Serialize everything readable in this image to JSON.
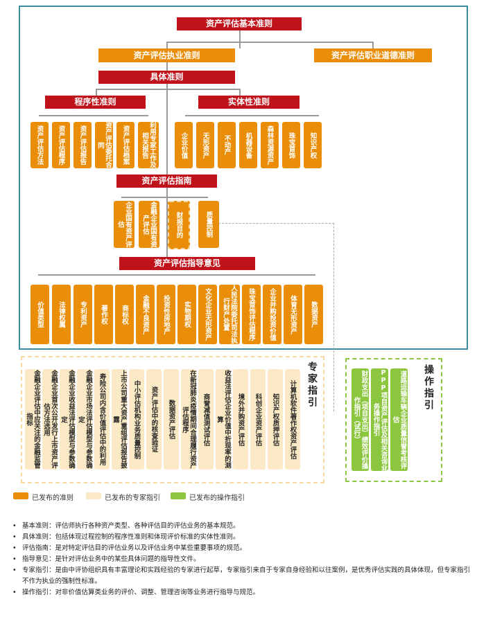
{
  "top": {
    "basic": "资产评估基本准则",
    "practice": "资产评估执业准则",
    "ethics": "资产评估职业道德准则",
    "specific": "具体准则",
    "procedural": "程序性准则",
    "entity": "实体性准则"
  },
  "procedural_items": [
    "资产评估方法",
    "资产评估程序",
    "资产评估报告",
    "资产评估委托合同",
    "资产评估档案",
    "利用专家工作及相关报告"
  ],
  "entity_items": [
    "企业价值",
    "无形资产",
    "不动产",
    "机器设备",
    "森林资源资产",
    "珠宝首饰",
    "知识产权"
  ],
  "guide": {
    "title": "资产评估指南",
    "items": [
      "企业国有资产评估",
      "金融企业国有资产评估",
      "财报目的",
      "质量控制"
    ]
  },
  "opinion": {
    "title": "资产评估指导意见",
    "items": [
      "价值类型",
      "法律权属",
      "专利资产",
      "著作权",
      "商标权",
      "金融不良资产",
      "投资性房地产",
      "实物期权",
      "文化企业无形资产",
      "人民法院委托司法执行财产处置",
      "珠宝首饰评估程序",
      "企业并购投资价值",
      "体育无形资产",
      "数据资产"
    ]
  },
  "expert": {
    "title": "专家指引",
    "items": [
      "金融企业评估中应关注的金融监管指标",
      "金融企业首次公开发行上市资产评估方法选用",
      "金融企业收益法评估模型与参数确定",
      "金融企业市场法评估模型与参数确定",
      "寿险公司内含价值评估中的利用",
      "上市公司重大资产重组评估报告披露",
      "中小评估机构业务质量控制",
      "资产评估中的核查验证",
      "数据资产评估",
      "在新冠肺炎疫情期间合理履行资产评估程序",
      "商誉减值测试评估",
      "收益法评估企业价值中折现率的测算",
      "境外并购资产评估",
      "科创企业资产评估",
      "知识产权质押评估",
      "计算机软件著作权资产评估"
    ]
  },
  "operation": {
    "title": "操作指引",
    "items": [
      "财政支出（项目支出）绩效评价操作指引（试行）",
      "PPP项目资产评估及相关咨询业务操作指引",
      "道路运输车辆企业质量信誉考核评估"
    ]
  },
  "legend": [
    {
      "label": "已发布的准则",
      "color": "#ea8e0a"
    },
    {
      "label": "已发布的专家指引",
      "color": "#fbeac5"
    },
    {
      "label": "已发布的操作指引",
      "color": "#8cc63f"
    }
  ],
  "notes": [
    "基本准则：评估师执行各种资产类型、各种评估目的评估业务的基本规范。",
    "具体准则：包括体现过程控制的程序性准则和体现评价标准的实体性准则。",
    "评估指南：是对特定评估目的评估业务以及评估业务中某些重要事项的规范。",
    "指导意见：是针对评估业务中的某些具体问题的指导性文件。",
    "专家指引：是由中评协组织具有丰富理论和实践经验的专家进行起草，专家指引来自于专家自身经验和以往案例，是优秀评估实践的具体体现，但专家指引不作为执业的强制性标准。",
    "操作指引：对非价值估算类业务的评价、调整、管理咨询等业务进行指导与规范。"
  ]
}
